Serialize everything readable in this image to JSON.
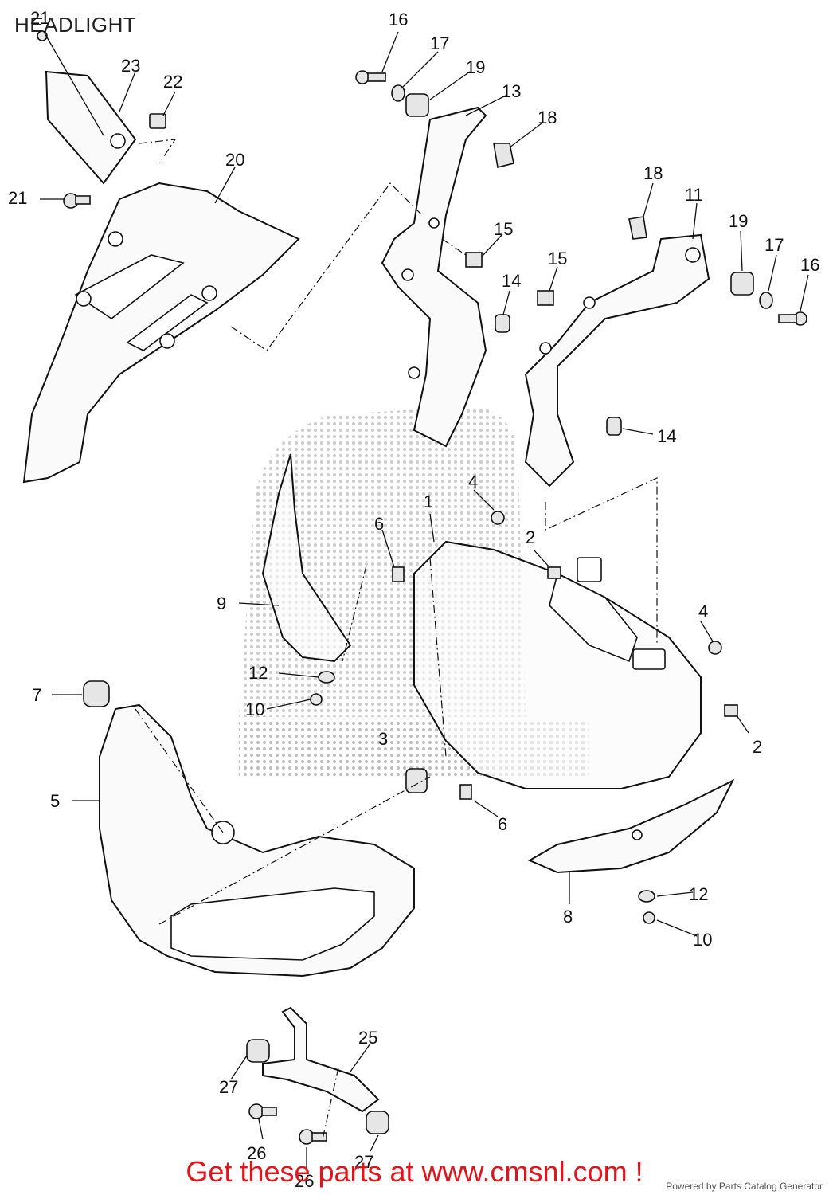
{
  "page": {
    "title": "HEADLIGHT",
    "cta_text": "Get these parts at www.cmsnl.com !",
    "powered_by": "Powered by Parts Catalog Generator",
    "watermark_color": "#444444",
    "accent_color": "#e0141b"
  },
  "callouts": [
    {
      "id": "c1",
      "label": "1"
    },
    {
      "id": "c2a",
      "label": "2"
    },
    {
      "id": "c2b",
      "label": "2"
    },
    {
      "id": "c3",
      "label": "3"
    },
    {
      "id": "c4a",
      "label": "4"
    },
    {
      "id": "c4b",
      "label": "4"
    },
    {
      "id": "c5",
      "label": "5"
    },
    {
      "id": "c6a",
      "label": "6"
    },
    {
      "id": "c6b",
      "label": "6"
    },
    {
      "id": "c7",
      "label": "7"
    },
    {
      "id": "c8",
      "label": "8"
    },
    {
      "id": "c9",
      "label": "9"
    },
    {
      "id": "c10a",
      "label": "10"
    },
    {
      "id": "c10b",
      "label": "10"
    },
    {
      "id": "c11",
      "label": "11"
    },
    {
      "id": "c12a",
      "label": "12"
    },
    {
      "id": "c12b",
      "label": "12"
    },
    {
      "id": "c13",
      "label": "13"
    },
    {
      "id": "c14a",
      "label": "14"
    },
    {
      "id": "c14b",
      "label": "14"
    },
    {
      "id": "c15a",
      "label": "15"
    },
    {
      "id": "c15b",
      "label": "15"
    },
    {
      "id": "c16a",
      "label": "16"
    },
    {
      "id": "c16b",
      "label": "16"
    },
    {
      "id": "c17a",
      "label": "17"
    },
    {
      "id": "c17b",
      "label": "17"
    },
    {
      "id": "c18a",
      "label": "18"
    },
    {
      "id": "c18b",
      "label": "18"
    },
    {
      "id": "c19a",
      "label": "19"
    },
    {
      "id": "c19b",
      "label": "19"
    },
    {
      "id": "c20",
      "label": "20"
    },
    {
      "id": "c21a",
      "label": "21"
    },
    {
      "id": "c21b",
      "label": "21"
    },
    {
      "id": "c22",
      "label": "22"
    },
    {
      "id": "c23",
      "label": "23"
    },
    {
      "id": "c25",
      "label": "25"
    },
    {
      "id": "c26a",
      "label": "26"
    },
    {
      "id": "c26b",
      "label": "26"
    },
    {
      "id": "c27a",
      "label": "27"
    },
    {
      "id": "c27b",
      "label": "27"
    }
  ]
}
